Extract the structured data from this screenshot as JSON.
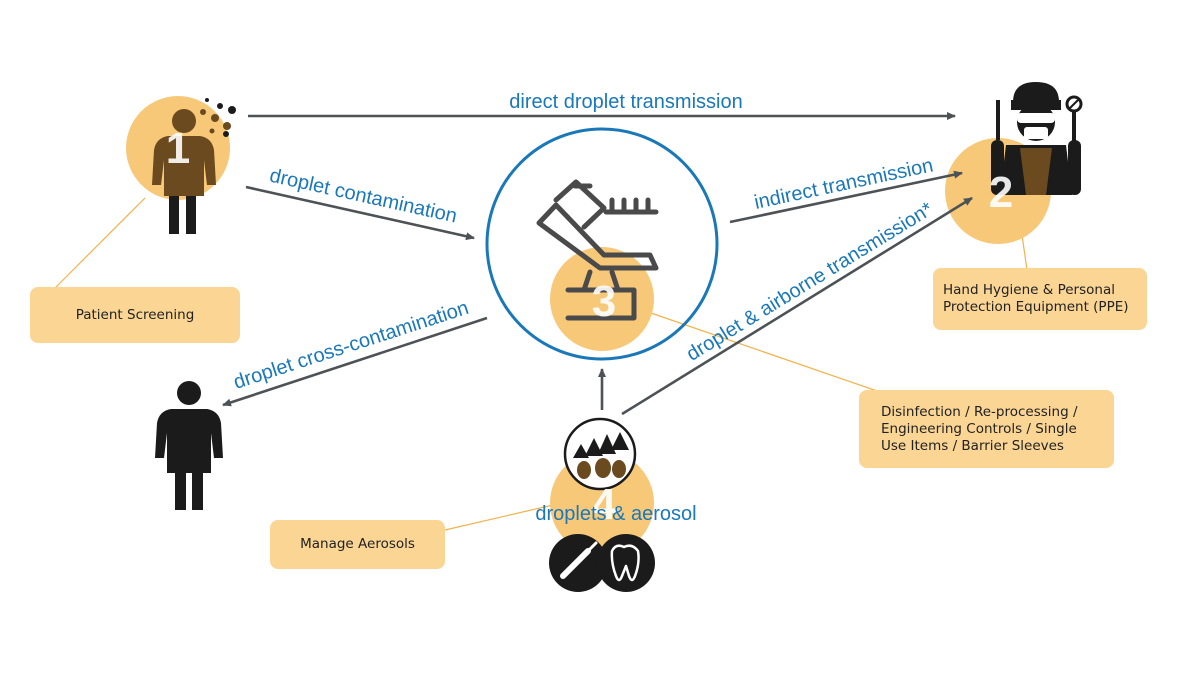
{
  "edges": {
    "direct": "direct droplet transmission",
    "contamination": "droplet contamination",
    "indirect": "indirect transmission",
    "airborne": "droplet & airborne transmission*",
    "cross": "droplet cross-contamination",
    "source": "droplets & aerosol"
  },
  "steps": {
    "one": "1",
    "two": "2",
    "three": "3",
    "four": "4"
  },
  "boxes": {
    "screening": "Patient Screening",
    "ppe": "Hand Hygiene & Personal Protection Equipment (PPE)",
    "disinfection": "Disinfection / Re-processing / Engineering Controls / Single Use Items / Barrier Sleeves",
    "aerosols": "Manage Aerosols"
  },
  "colors": {
    "accent_circle": "#f7c878",
    "box_fill": "#fad594",
    "label_blue": "#1a78b9",
    "arrow": "#4d5257",
    "icon_brown": "#6b4a1f",
    "icon_dark": "#1b1b1b"
  },
  "icons": [
    "sick-patient-icon",
    "dentist-icon",
    "dental-chair-icon",
    "aerosol-droplets-icon",
    "handpiece-icon",
    "tooth-icon",
    "person-icon"
  ]
}
